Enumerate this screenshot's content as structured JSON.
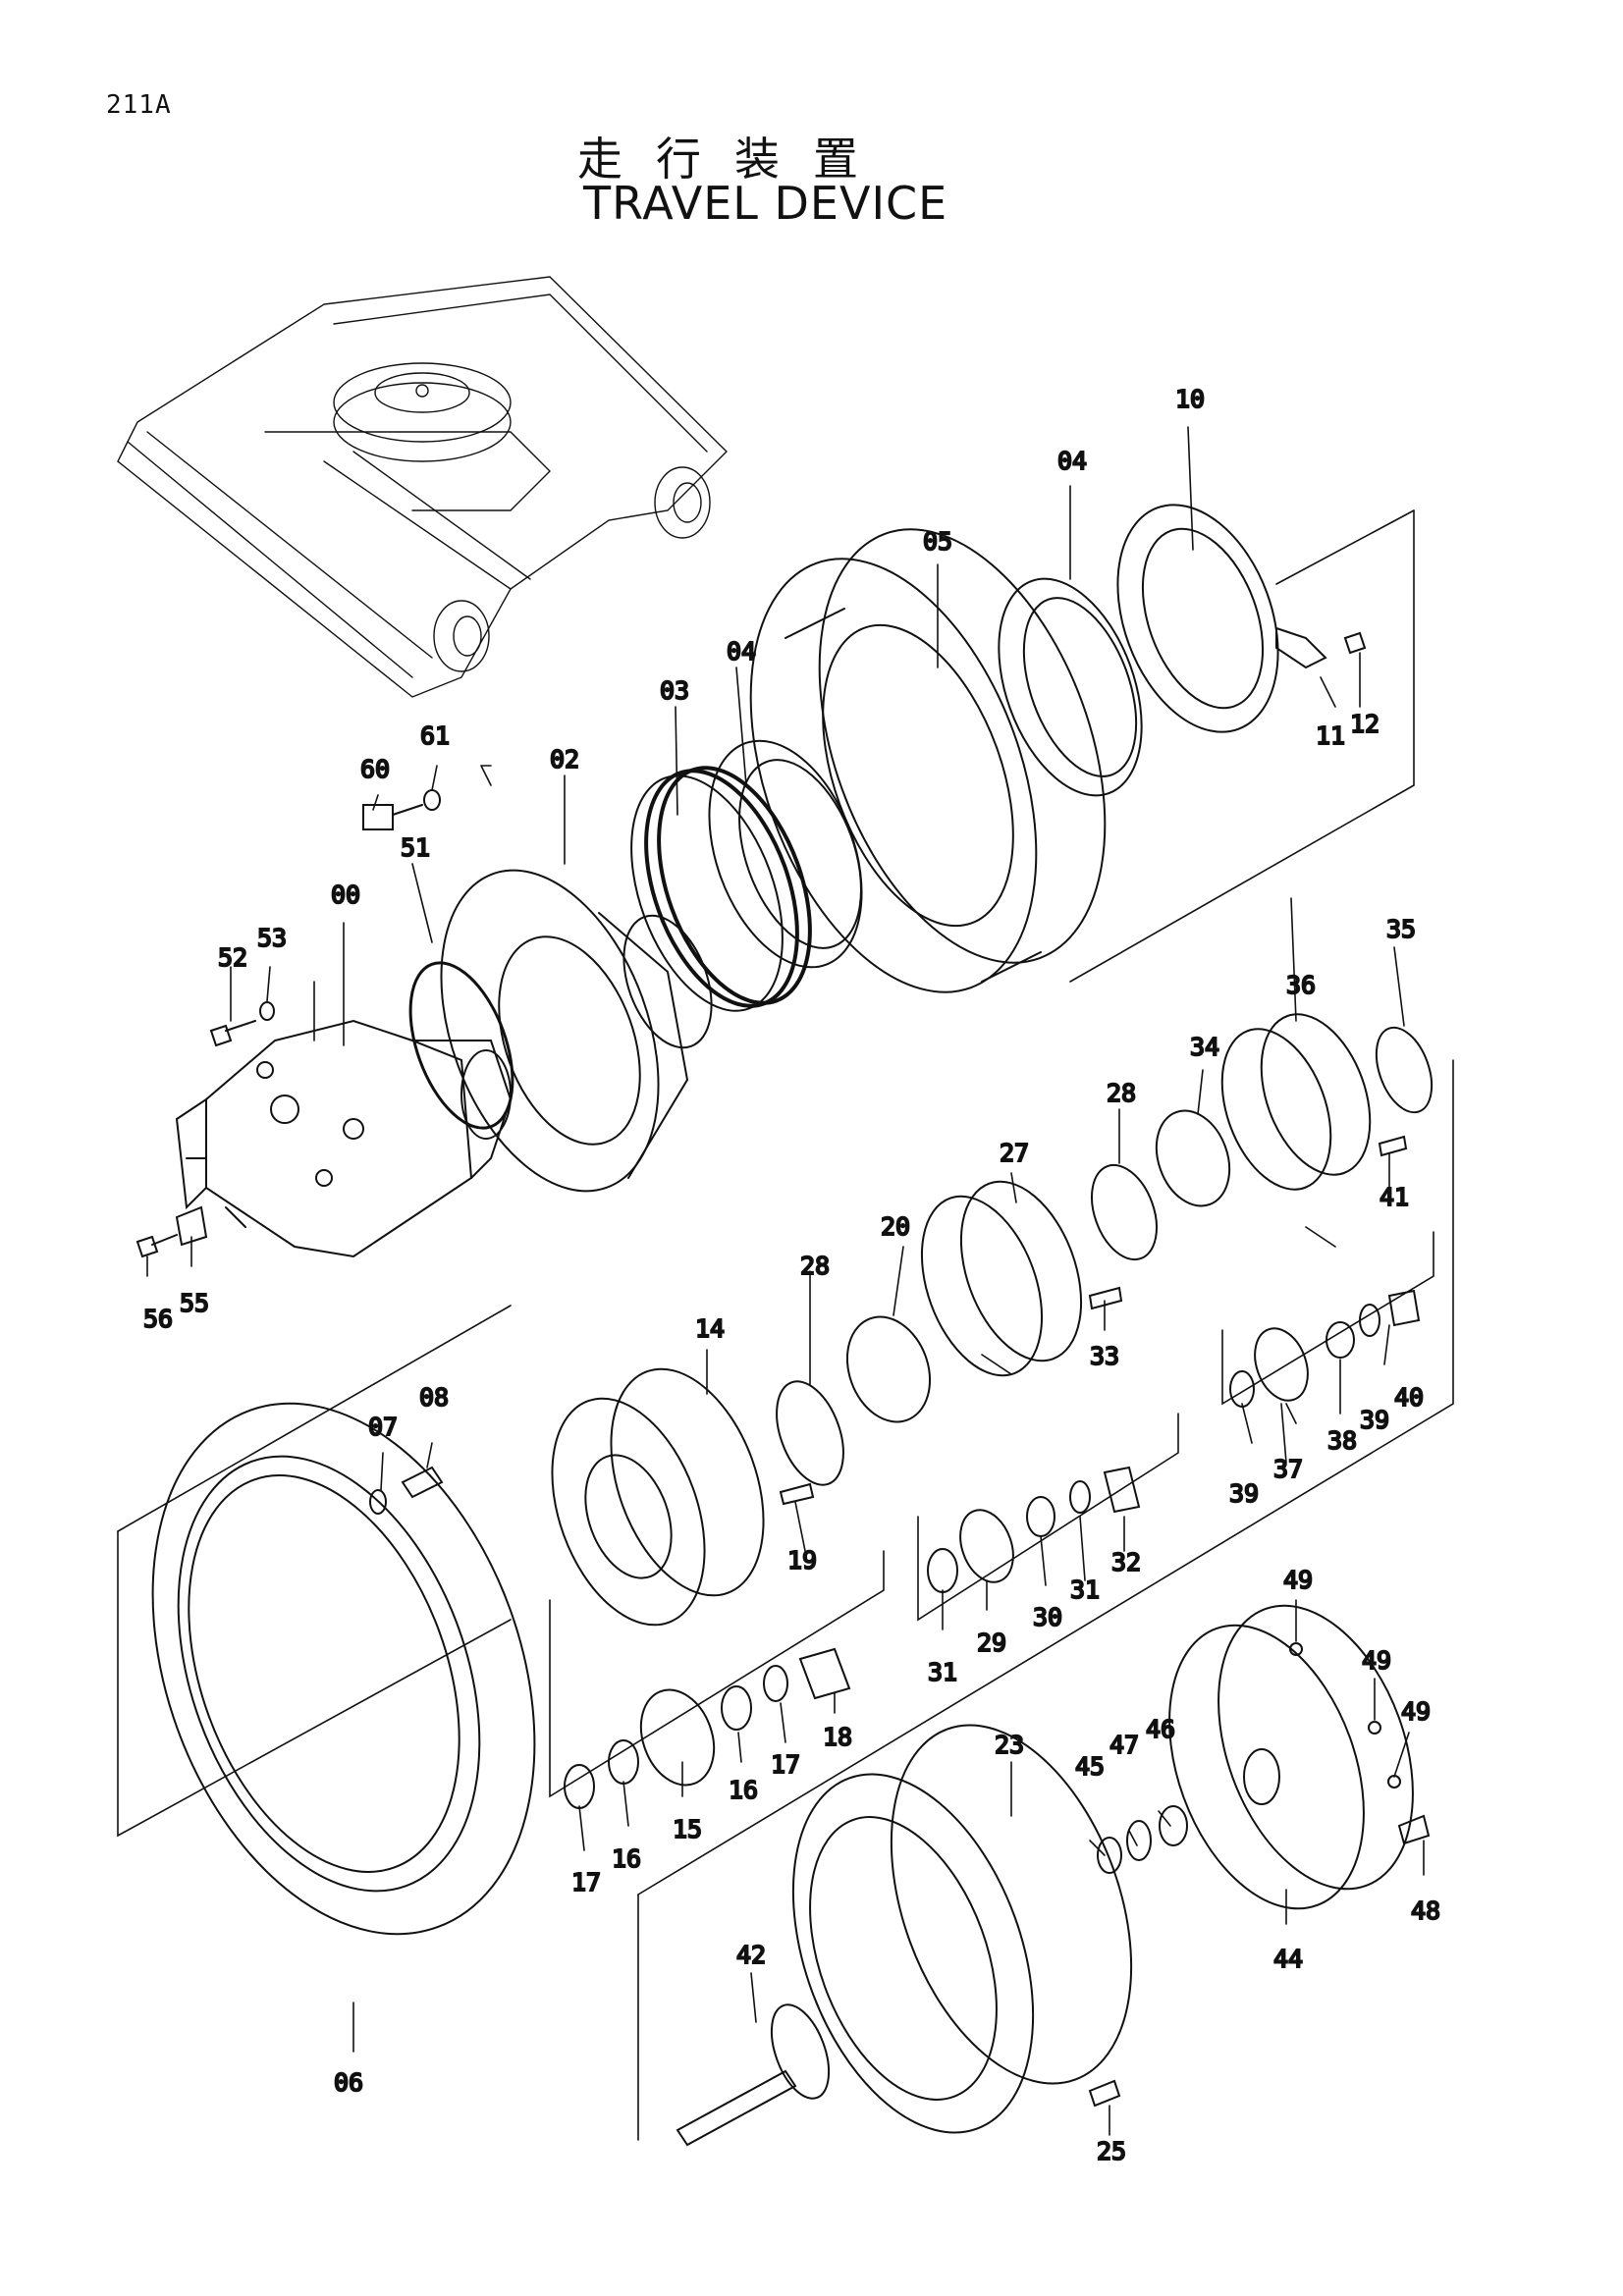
{
  "header": {
    "page_code": "211A",
    "title_jp": "走行装置",
    "title_en": "TRAVEL DEVICE"
  },
  "callouts": [
    {
      "key": "c00",
      "label": "00"
    },
    {
      "key": "c02",
      "label": "02"
    },
    {
      "key": "c03",
      "label": "03"
    },
    {
      "key": "c04a",
      "label": "04"
    },
    {
      "key": "c04b",
      "label": "04"
    },
    {
      "key": "c05",
      "label": "05"
    },
    {
      "key": "c06",
      "label": "06"
    },
    {
      "key": "c07",
      "label": "07"
    },
    {
      "key": "c08",
      "label": "08"
    },
    {
      "key": "c10",
      "label": "10"
    },
    {
      "key": "c11",
      "label": "11"
    },
    {
      "key": "c12",
      "label": "12"
    },
    {
      "key": "c14",
      "label": "14"
    },
    {
      "key": "c15",
      "label": "15"
    },
    {
      "key": "c16a",
      "label": "16"
    },
    {
      "key": "c16b",
      "label": "16"
    },
    {
      "key": "c17a",
      "label": "17"
    },
    {
      "key": "c17b",
      "label": "17"
    },
    {
      "key": "c18",
      "label": "18"
    },
    {
      "key": "c19",
      "label": "19"
    },
    {
      "key": "c20",
      "label": "20"
    },
    {
      "key": "c23",
      "label": "23"
    },
    {
      "key": "c25",
      "label": "25"
    },
    {
      "key": "c27",
      "label": "27"
    },
    {
      "key": "c28a",
      "label": "28"
    },
    {
      "key": "c28b",
      "label": "28"
    },
    {
      "key": "c29",
      "label": "29"
    },
    {
      "key": "c30",
      "label": "30"
    },
    {
      "key": "c31a",
      "label": "31"
    },
    {
      "key": "c31b",
      "label": "31"
    },
    {
      "key": "c32",
      "label": "32"
    },
    {
      "key": "c33",
      "label": "33"
    },
    {
      "key": "c34",
      "label": "34"
    },
    {
      "key": "c35",
      "label": "35"
    },
    {
      "key": "c36",
      "label": "36"
    },
    {
      "key": "c37",
      "label": "37"
    },
    {
      "key": "c38",
      "label": "38"
    },
    {
      "key": "c39a",
      "label": "39"
    },
    {
      "key": "c39b",
      "label": "39"
    },
    {
      "key": "c40",
      "label": "40"
    },
    {
      "key": "c41",
      "label": "41"
    },
    {
      "key": "c42",
      "label": "42"
    },
    {
      "key": "c44",
      "label": "44"
    },
    {
      "key": "c45",
      "label": "45"
    },
    {
      "key": "c46",
      "label": "46"
    },
    {
      "key": "c47",
      "label": "47"
    },
    {
      "key": "c48",
      "label": "48"
    },
    {
      "key": "c49a",
      "label": "49"
    },
    {
      "key": "c49b",
      "label": "49"
    },
    {
      "key": "c49c",
      "label": "49"
    },
    {
      "key": "c51",
      "label": "51"
    },
    {
      "key": "c52",
      "label": "52"
    },
    {
      "key": "c53",
      "label": "53"
    },
    {
      "key": "c55",
      "label": "55"
    },
    {
      "key": "c56",
      "label": "56"
    },
    {
      "key": "c60",
      "label": "60"
    },
    {
      "key": "c61",
      "label": "61"
    }
  ]
}
